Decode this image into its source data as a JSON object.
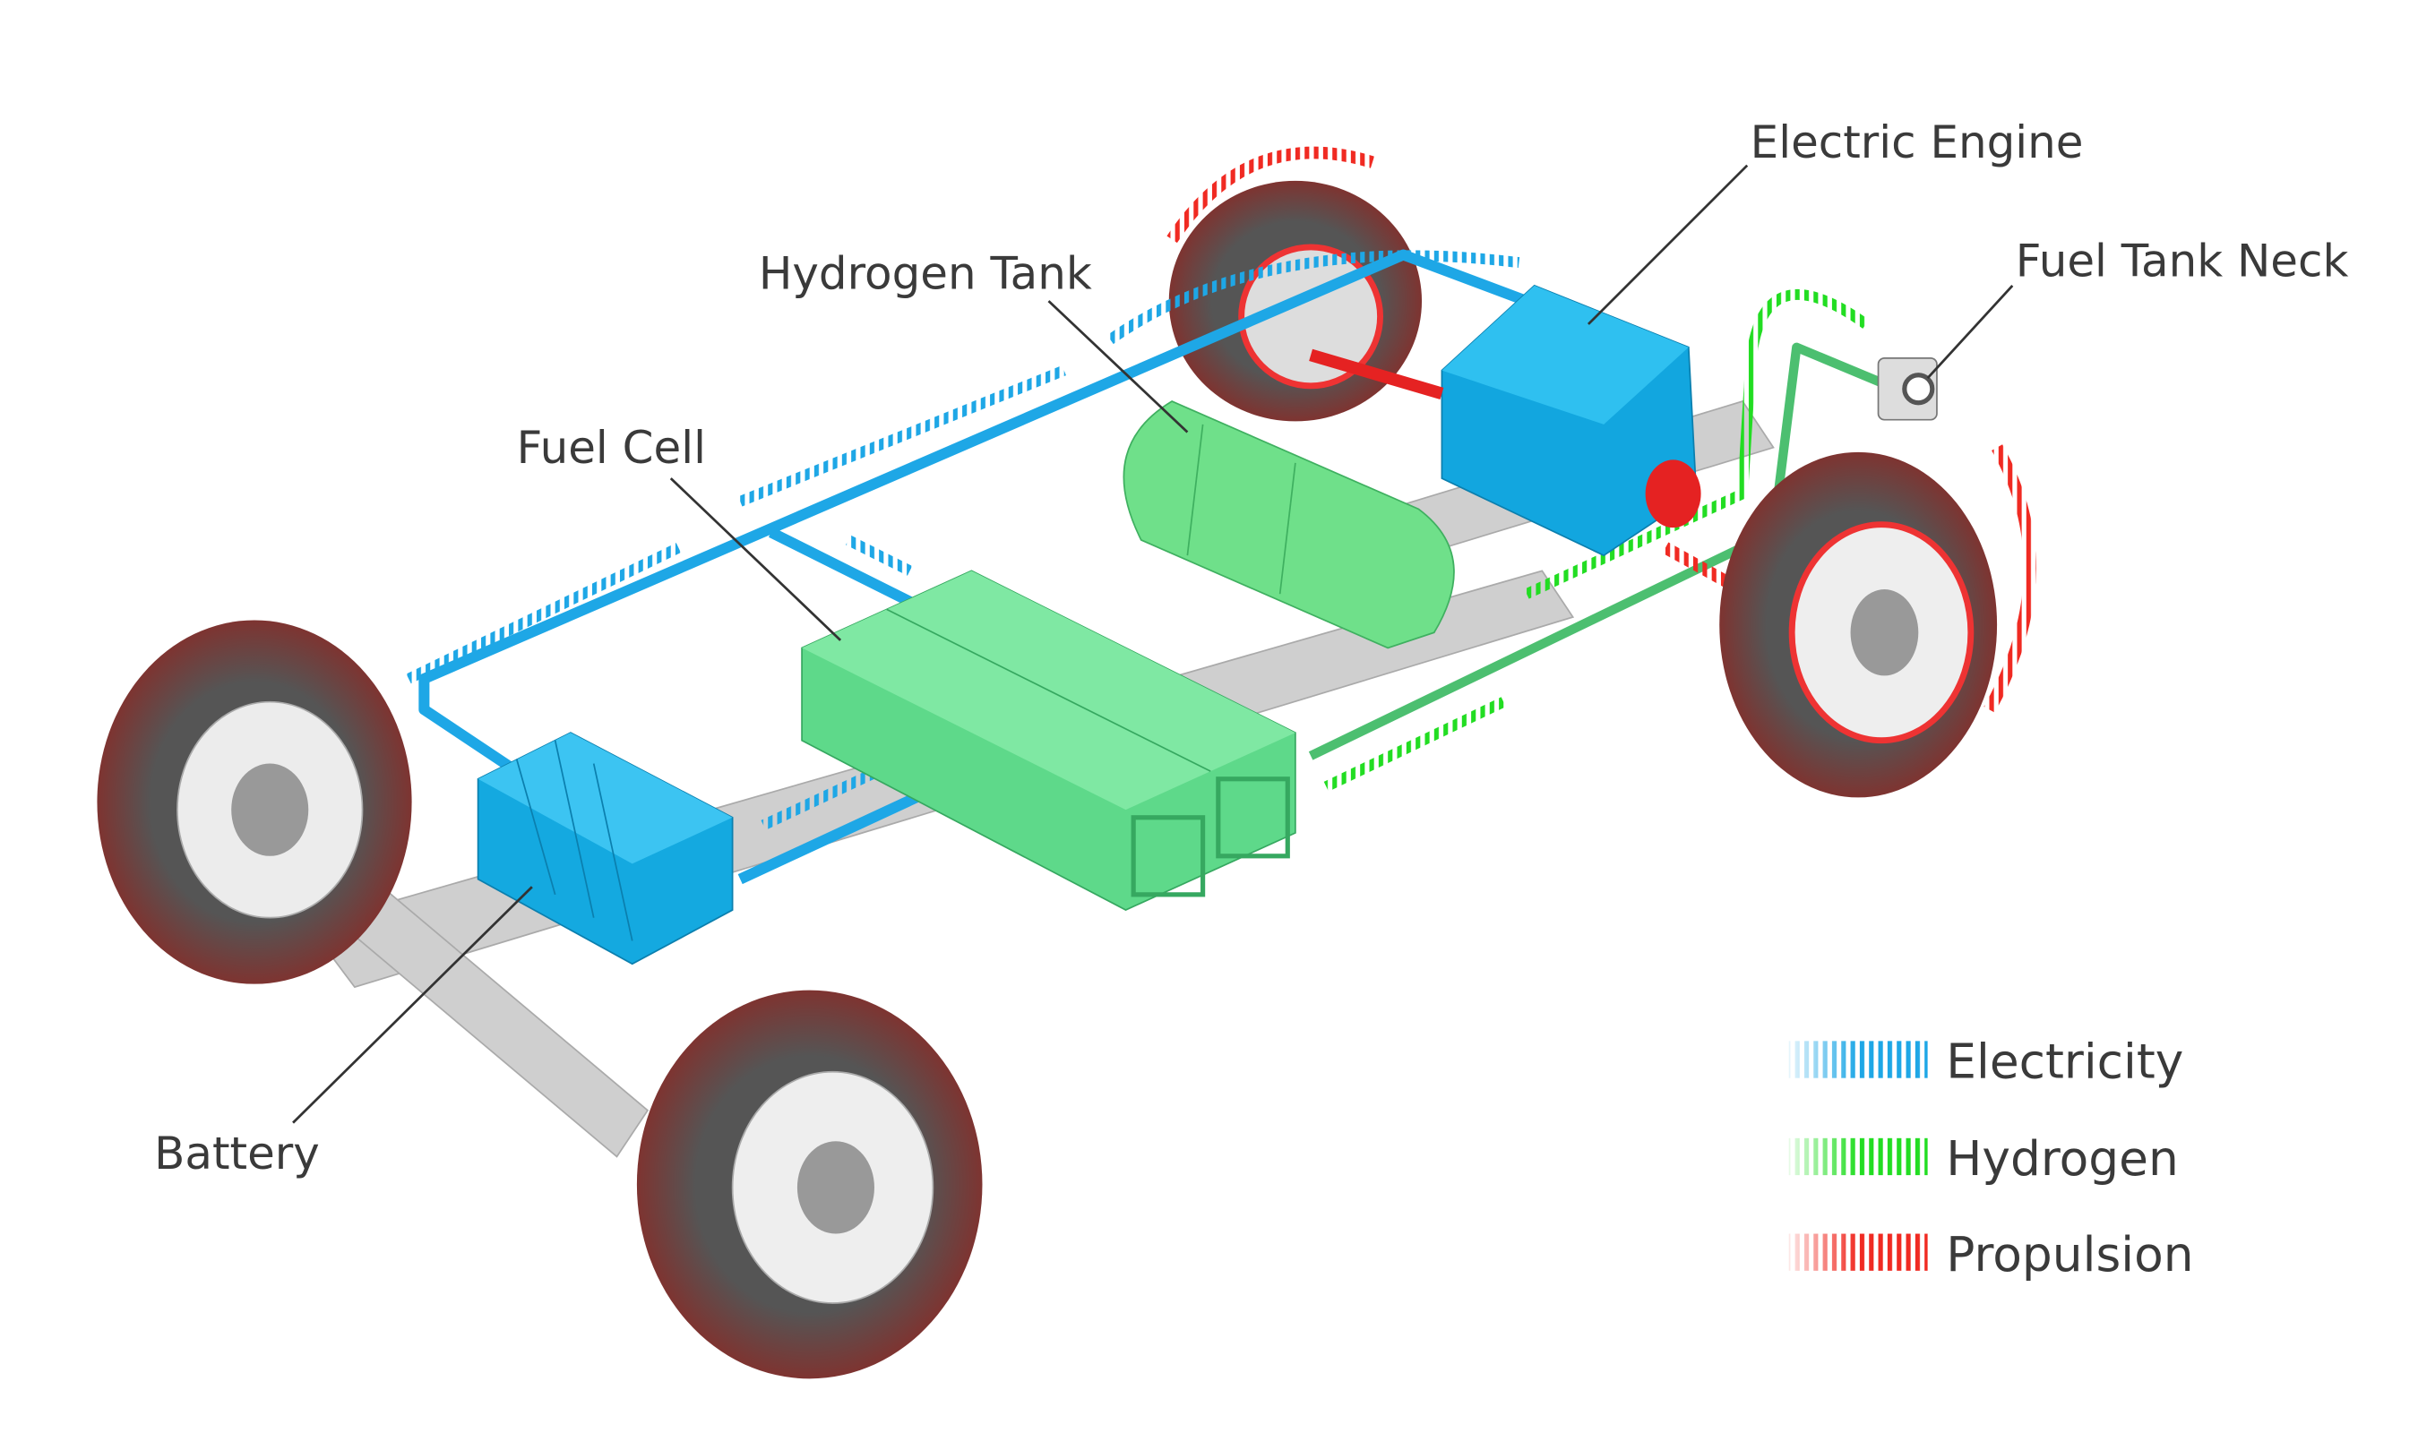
{
  "labels": {
    "electric_engine": "Electric Engine",
    "hydrogen_tank": "Hydrogen Tank",
    "fuel_tank_neck": "Fuel Tank Neck",
    "fuel_cell": "Fuel Cell",
    "battery": "Battery"
  },
  "legend": [
    {
      "label": "Electricity",
      "color": "#1ea7e6"
    },
    {
      "label": "Hydrogen",
      "color": "#22dd22"
    },
    {
      "label": "Propulsion",
      "color": "#f02a22"
    }
  ],
  "colors": {
    "battery": "#14a9e0",
    "fuel_cell": "#5ed98a",
    "tank": "#6fe08a",
    "engine": "#12a6df",
    "tire": "#5a3a3a",
    "chassis": "#c8c8c8"
  }
}
